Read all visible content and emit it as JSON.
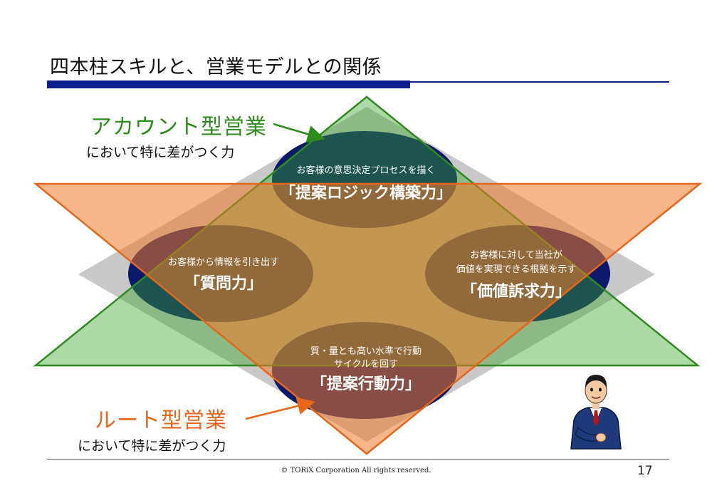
{
  "title": "四本柱スキルと、営業モデルとの関係",
  "colors": {
    "title_rule": "#0d1f8c",
    "account_triangle": "#2e8b1e",
    "route_triangle": "#e8661a",
    "ellipse_outer": "#0b1a6b",
    "ellipse_inner": "#5e1f4f"
  },
  "account_model": {
    "name": "アカウント型営業",
    "subtitle": "において特に差がつく力"
  },
  "route_model": {
    "name": "ルート型営業",
    "subtitle": "において特に差がつく力"
  },
  "skills": {
    "top": {
      "desc": "お客様の意思決定プロセスを描く",
      "name": "「提案ロジック構築力」"
    },
    "left": {
      "desc": "お客様から情報を引き出す",
      "name": "「質問力」"
    },
    "right": {
      "desc1": "お客様に対して当社が",
      "desc2": "価値を実現できる根拠を示す",
      "name": "「価値訴求力」"
    },
    "bottom": {
      "desc1": "質・量とも高い水準で行動",
      "desc2": "サイクルを回す",
      "name": "「提案行動力」"
    }
  },
  "footer": {
    "copyright": "© TORiX Corporation All rights reserved.",
    "page_number": "17"
  },
  "illustration": "businessman-icon"
}
